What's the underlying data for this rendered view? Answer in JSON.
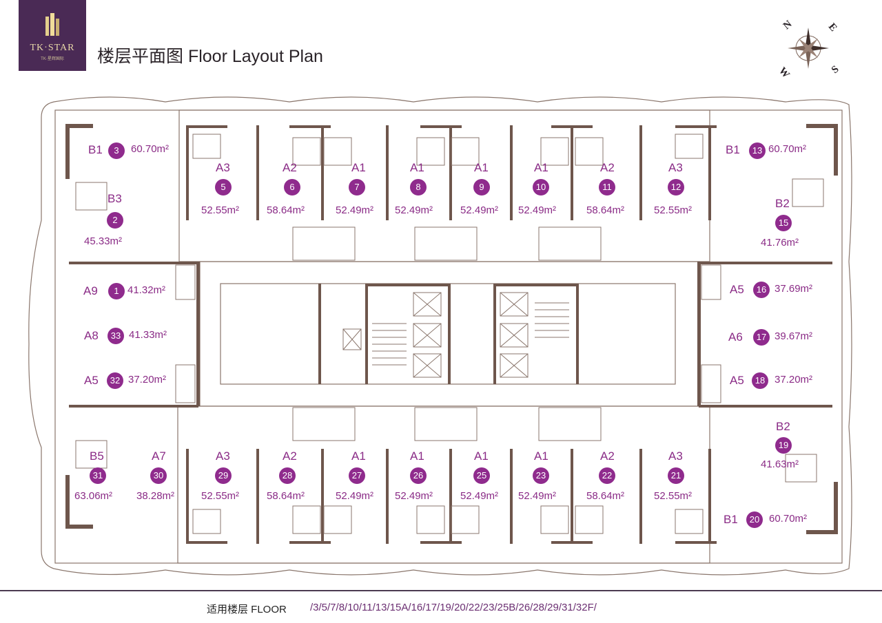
{
  "brand": {
    "name": "TK·STAR",
    "sub": "TK·星辉国际"
  },
  "title": "楼层平面图 Floor Layout Plan",
  "compass": {
    "n": "N",
    "e": "E",
    "s": "S",
    "w": "W"
  },
  "footer": {
    "label": "适用楼层 FLOOR",
    "floors": "/3/5/7/8/10/11/13/15A/16/17/19/20/22/23/25B/26/28/29/31/32F/"
  },
  "colors": {
    "accent": "#8f2b8d",
    "wall": "#7a6358",
    "brand_bg": "#4a2a55"
  },
  "units": [
    {
      "num": "3",
      "type": "B1",
      "area": "60.70m²"
    },
    {
      "num": "2",
      "type": "B3",
      "area": "45.33m²"
    },
    {
      "num": "5",
      "type": "A3",
      "area": "52.55m²"
    },
    {
      "num": "6",
      "type": "A2",
      "area": "58.64m²"
    },
    {
      "num": "7",
      "type": "A1",
      "area": "52.49m²"
    },
    {
      "num": "8",
      "type": "A1",
      "area": "52.49m²"
    },
    {
      "num": "9",
      "type": "A1",
      "area": "52.49m²"
    },
    {
      "num": "10",
      "type": "A1",
      "area": "52.49m²"
    },
    {
      "num": "11",
      "type": "A2",
      "area": "58.64m²"
    },
    {
      "num": "12",
      "type": "A3",
      "area": "52.55m²"
    },
    {
      "num": "13",
      "type": "B1",
      "area": "60.70m²"
    },
    {
      "num": "15",
      "type": "B2",
      "area": "41.76m²"
    },
    {
      "num": "1",
      "type": "A9",
      "area": "41.32m²"
    },
    {
      "num": "33",
      "type": "A8",
      "area": "41.33m²"
    },
    {
      "num": "32",
      "type": "A5",
      "area": "37.20m²"
    },
    {
      "num": "16",
      "type": "A5",
      "area": "37.69m²"
    },
    {
      "num": "17",
      "type": "A6",
      "area": "39.67m²"
    },
    {
      "num": "18",
      "type": "A5",
      "area": "37.20m²"
    },
    {
      "num": "31",
      "type": "B5",
      "area": "63.06m²"
    },
    {
      "num": "30",
      "type": "A7",
      "area": "38.28m²"
    },
    {
      "num": "29",
      "type": "A3",
      "area": "52.55m²"
    },
    {
      "num": "28",
      "type": "A2",
      "area": "58.64m²"
    },
    {
      "num": "27",
      "type": "A1",
      "area": "52.49m²"
    },
    {
      "num": "26",
      "type": "A1",
      "area": "52.49m²"
    },
    {
      "num": "25",
      "type": "A1",
      "area": "52.49m²"
    },
    {
      "num": "23",
      "type": "A1",
      "area": "52.49m²"
    },
    {
      "num": "22",
      "type": "A2",
      "area": "58.64m²"
    },
    {
      "num": "21",
      "type": "A3",
      "area": "52.55m²"
    },
    {
      "num": "19",
      "type": "B2",
      "area": "41.63m²"
    },
    {
      "num": "20",
      "type": "B1",
      "area": "60.70m²"
    }
  ]
}
